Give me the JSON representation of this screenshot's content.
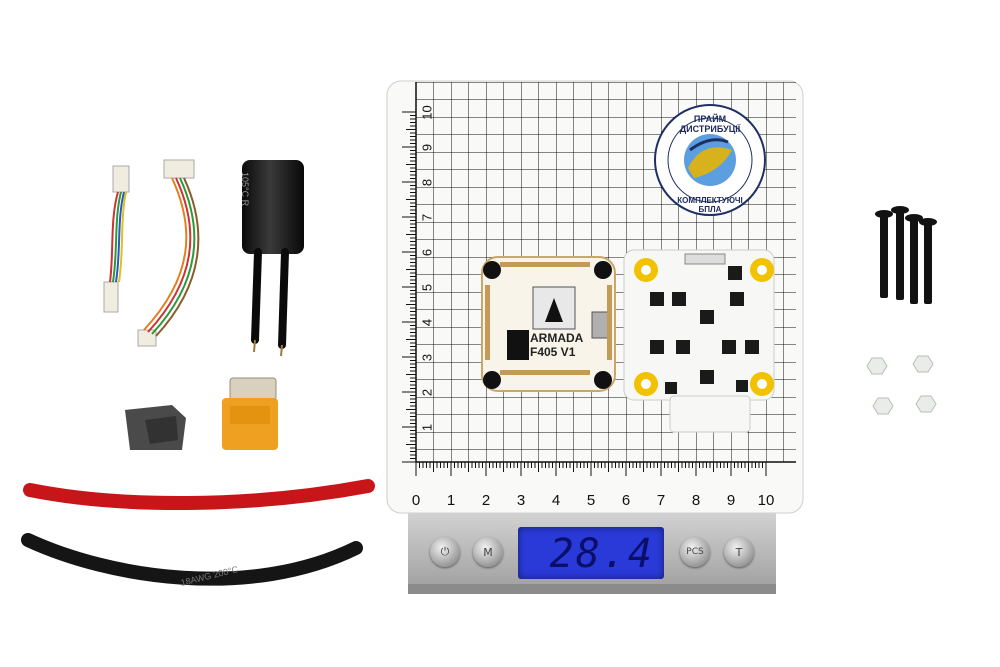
{
  "scene": {
    "title": "",
    "ruler_x_labels": [
      "0",
      "1",
      "2",
      "3",
      "4",
      "5",
      "6",
      "7",
      "8",
      "9",
      "10"
    ],
    "ruler_y_labels": [
      "1",
      "2",
      "3",
      "4",
      "5",
      "6",
      "7",
      "8",
      "9",
      "10"
    ],
    "badge": {
      "top_text": "ПРАЙМ ДИСТРИБУЦІЇ",
      "bottom_text": "КОМПЛЕКТУЮЧІ БПЛА"
    },
    "flight_controller": {
      "brand": "ARMADA",
      "model": "F405 V1"
    },
    "capacitor_text": "105°C R",
    "wire_text": "18AWG 200°C",
    "scale": {
      "reading": "28.4",
      "buttons": [
        "⏻",
        "M",
        "PCS",
        "T"
      ]
    }
  },
  "colors": {
    "red_wire": "#c8151a",
    "black_wire": "#151515",
    "xt_connector": "#f0a020",
    "standoff": "#f2c200",
    "lcd": "#2a3ad8",
    "scale_body": "#b8b8b8"
  }
}
